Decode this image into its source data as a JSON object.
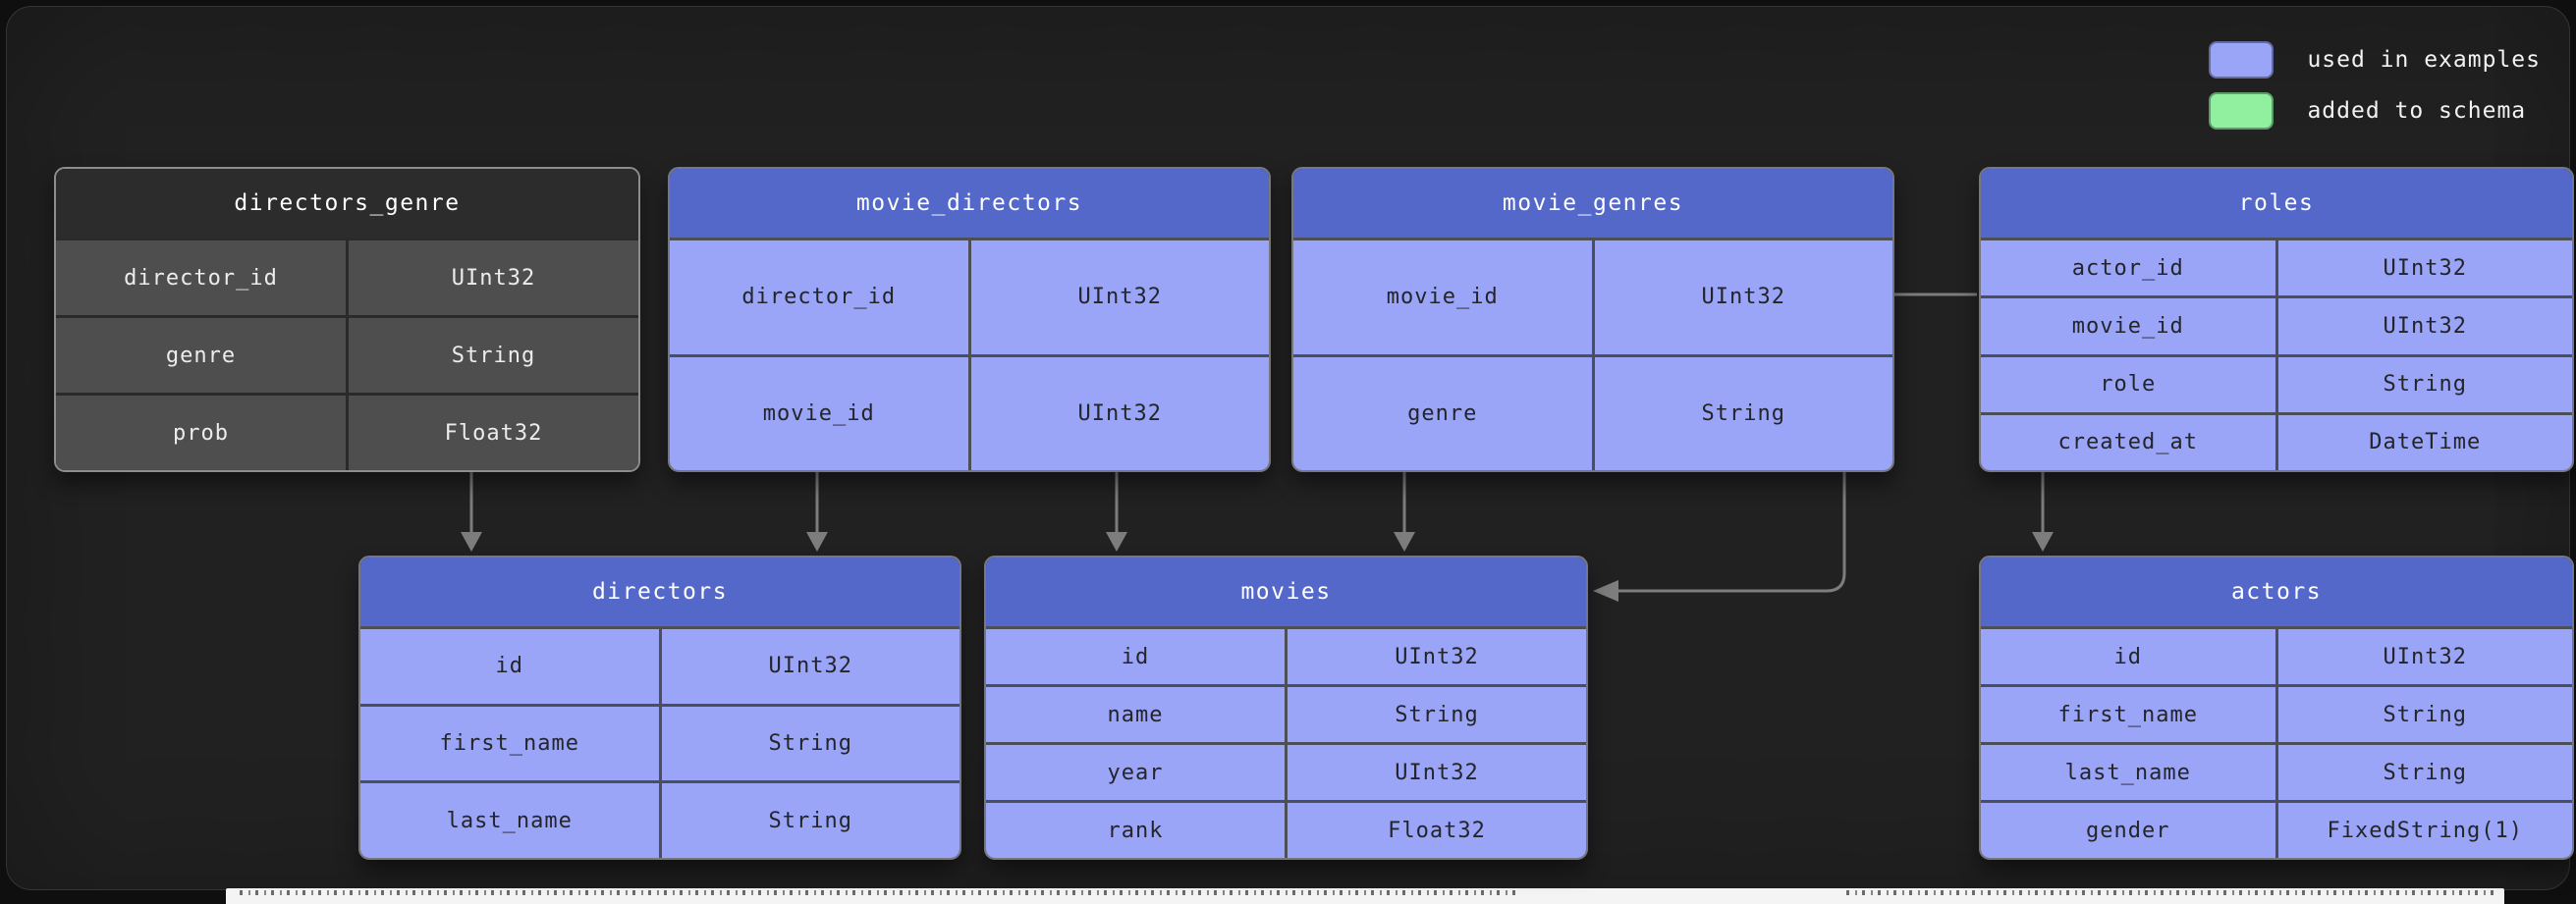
{
  "legend": {
    "items": [
      {
        "label": "used in examples",
        "color_key": "used_in_examples"
      },
      {
        "label": "added to schema",
        "color_key": "added_to_schema"
      }
    ]
  },
  "colors": {
    "used_in_examples": "#9aa5f7",
    "added_to_schema": "#90f0a0",
    "header_blue": "#5468ca",
    "muted_header": "#2c2c2c",
    "muted_row": "#4e4e4e",
    "arrow": "#7d7d7d"
  },
  "tables": {
    "directors_genre": {
      "title": "directors_genre",
      "style": "muted",
      "rows": [
        {
          "name": "director_id",
          "type": "UInt32"
        },
        {
          "name": "genre",
          "type": "String"
        },
        {
          "name": "prob",
          "type": "Float32"
        }
      ]
    },
    "movie_directors": {
      "title": "movie_directors",
      "style": "used_in_examples",
      "rows": [
        {
          "name": "director_id",
          "type": "UInt32"
        },
        {
          "name": "movie_id",
          "type": "UInt32"
        }
      ]
    },
    "movie_genres": {
      "title": "movie_genres",
      "style": "used_in_examples",
      "rows": [
        {
          "name": "movie_id",
          "type": "UInt32"
        },
        {
          "name": "genre",
          "type": "String"
        }
      ]
    },
    "roles": {
      "title": "roles",
      "style": "used_in_examples",
      "rows": [
        {
          "name": "actor_id",
          "type": "UInt32"
        },
        {
          "name": "movie_id",
          "type": "UInt32"
        },
        {
          "name": "role",
          "type": "String"
        },
        {
          "name": "created_at",
          "type": "DateTime",
          "highlight": "added_to_schema"
        }
      ]
    },
    "directors": {
      "title": "directors",
      "style": "used_in_examples",
      "rows": [
        {
          "name": "id",
          "type": "UInt32"
        },
        {
          "name": "first_name",
          "type": "String"
        },
        {
          "name": "last_name",
          "type": "String"
        }
      ]
    },
    "movies": {
      "title": "movies",
      "style": "used_in_examples",
      "rows": [
        {
          "name": "id",
          "type": "UInt32"
        },
        {
          "name": "name",
          "type": "String"
        },
        {
          "name": "year",
          "type": "UInt32"
        },
        {
          "name": "rank",
          "type": "Float32"
        }
      ]
    },
    "actors": {
      "title": "actors",
      "style": "used_in_examples",
      "rows": [
        {
          "name": "id",
          "type": "UInt32"
        },
        {
          "name": "first_name",
          "type": "String"
        },
        {
          "name": "last_name",
          "type": "String"
        },
        {
          "name": "gender",
          "type": "FixedString(1)"
        }
      ]
    }
  },
  "connectors": [
    {
      "from": "directors_genre.director_id",
      "to": "directors"
    },
    {
      "from": "movie_directors.director_id",
      "to": "directors"
    },
    {
      "from": "movie_directors.movie_id",
      "to": "movies"
    },
    {
      "from": "movie_genres.movie_id",
      "to": "movies"
    },
    {
      "from": "roles.movie_id",
      "to": "movies"
    },
    {
      "from": "roles.actor_id",
      "to": "actors"
    }
  ]
}
